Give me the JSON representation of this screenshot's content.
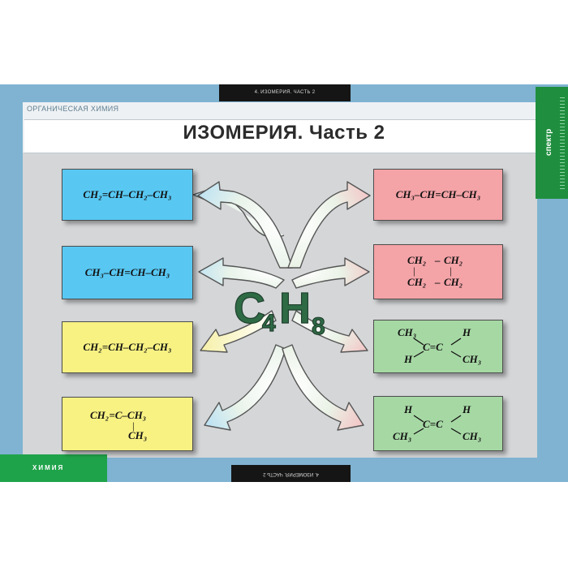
{
  "header": {
    "series": "ОРГАНИЧЕСКАЯ ХИМИЯ",
    "top_label": "4. ИЗОМЕРИЯ. ЧАСТЬ 2",
    "bottom_label": "4. ИЗОМЕРИЯ. ЧАСТЬ 2",
    "title": "ИЗОМЕРИЯ. Часть 2"
  },
  "side_tab": {
    "text": "спектр"
  },
  "publisher": {
    "text": "ХИМИЯ"
  },
  "center_formula": {
    "c": "C",
    "c_sub": "4",
    "h": "H",
    "h_sub": "8"
  },
  "left_isomers": [
    {
      "formula": "CH₂=CH–CH₂–CH₃"
    },
    {
      "formula": "CH₃–CH=CH–CH₃"
    },
    {
      "formula": "CH₂=CH–CH₂–CH₃"
    },
    {
      "main": "CH₂=C–CH₃",
      "branch": "CH₃",
      "bond": "|"
    }
  ],
  "right_isomers": [
    {
      "formula": "CH₃–CH=CH–CH₃"
    },
    {
      "tl": "CH₂",
      "tr": "CH₂",
      "bl": "CH₂",
      "br": "CH₂",
      "top_bond": "–",
      "bottom_bond": "–",
      "left_bond": "|",
      "right_bond": "|"
    },
    {
      "tl": "CH₃",
      "tr": "H",
      "center": "C=C",
      "bl": "H",
      "br": "CH₃"
    },
    {
      "tl": "H",
      "tr": "H",
      "center": "C=C",
      "bl": "CH₃",
      "br": "CH₃"
    }
  ],
  "colors": {
    "poster_bg": "#7fb3d1",
    "blue_box": "#58c8f3",
    "yellow_box": "#f8f283",
    "pink_box": "#f4a3a7",
    "green_box": "#a6d8a4",
    "brand_green": "#1fa34a"
  }
}
